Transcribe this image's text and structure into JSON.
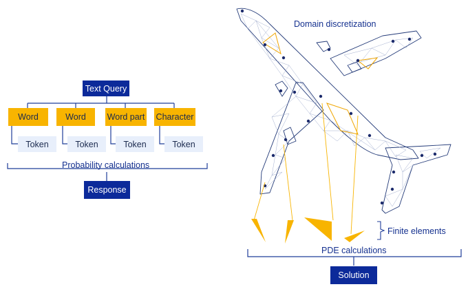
{
  "colors": {
    "navy": "#0c2a9a",
    "gold": "#f8b400",
    "pale": "#e8effb",
    "line": "#1f3d99"
  },
  "left": {
    "query": "Text Query",
    "units": [
      {
        "unit": "Word",
        "token": "Token"
      },
      {
        "unit": "Word",
        "token": "Token"
      },
      {
        "unit": "Word part",
        "token": "Token"
      },
      {
        "unit": "Character",
        "token": "Token"
      }
    ],
    "probability_label": "Probability calculations",
    "response": "Response"
  },
  "right": {
    "domain_label": "Domain discretization",
    "finite_label": "Finite elements",
    "pde_label": "PDE calculations",
    "solution": "Solution"
  },
  "icons": {
    "airplane": "airplane-mesh-icon"
  }
}
